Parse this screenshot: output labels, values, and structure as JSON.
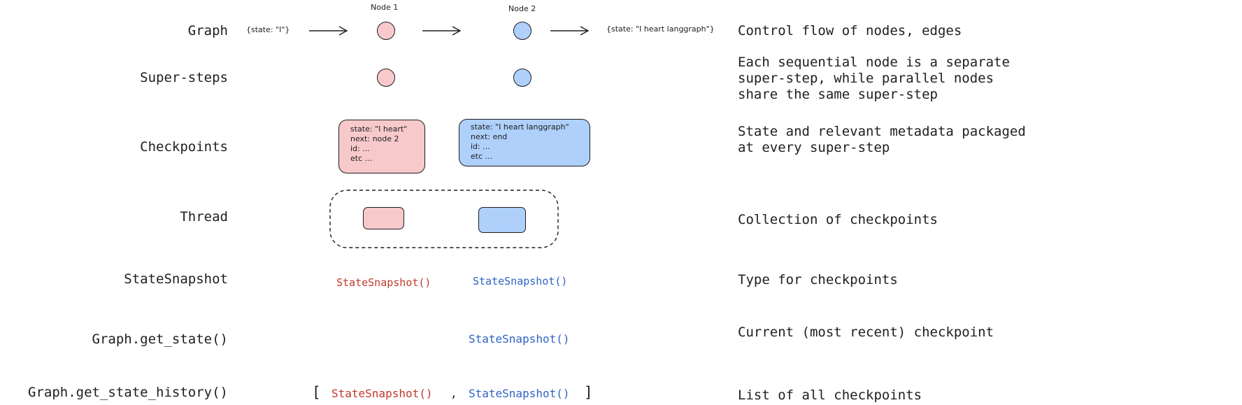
{
  "rows": {
    "graph": {
      "label": "Graph",
      "desc": "Control flow of nodes, edges"
    },
    "supersteps": {
      "label": "Super-steps",
      "desc": "Each sequential node is a separate\nsuper-step, while parallel nodes\nshare the same super-step"
    },
    "checkpoints": {
      "label": "Checkpoints",
      "desc": "State and relevant metadata packaged\nat every super-step"
    },
    "thread": {
      "label": "Thread",
      "desc": "Collection of checkpoints"
    },
    "statesnapshot": {
      "label": "StateSnapshot",
      "desc": "Type for checkpoints"
    },
    "getstate": {
      "label": "Graph.get_state()",
      "desc": "Current (most recent) checkpoint"
    },
    "history": {
      "label": "Graph.get_state_history()",
      "desc": "List of all checkpoints"
    }
  },
  "graph": {
    "input_state": "{state: \"I\"}",
    "node1_label": "Node 1",
    "node2_label": "Node 2",
    "output_state": "{state: \"I heart langgraph\"}"
  },
  "checkpoint1": {
    "line1": "state: \"I heart\"",
    "line2": "next: node 2",
    "line3": "id: ...",
    "line4": "etc ..."
  },
  "checkpoint2": {
    "line1": "state: \"I heart langgraph\"",
    "line2": "next: end",
    "line3": "id: ...",
    "line4": "etc ..."
  },
  "snapshot_text": "StateSnapshot()",
  "history": {
    "open": "[",
    "comma": ",",
    "close": "]"
  },
  "colors": {
    "pink_fill": "#f8c9cb",
    "blue_fill": "#aed0fb",
    "red_text": "#c0392b",
    "blue_text": "#2f63c4"
  }
}
